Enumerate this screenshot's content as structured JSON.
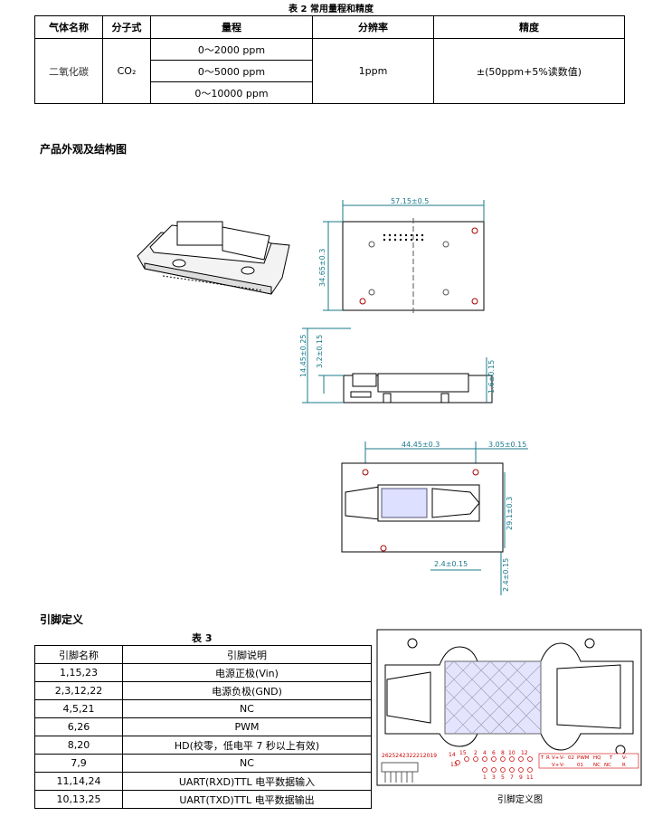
{
  "table2": {
    "title": "表 2 常用量程和精度",
    "headers": [
      "气体名称",
      "分子式",
      "量程",
      "分辨率",
      "精度"
    ],
    "gas_name": "二氧化碳",
    "formula": "CO₂",
    "ranges": [
      "0～2000 ppm",
      "0～5000 ppm",
      "0～10000 ppm"
    ],
    "resolution": "1ppm",
    "accuracy": "±(50ppm+5%读数值)"
  },
  "section_appearance": {
    "title": "产品外观及结构图"
  },
  "dimensions": {
    "top_width": "57.15±0.5",
    "top_height": "34.65±0.3",
    "side_total": "14.45±0.25",
    "side_upper": "3.2±0.15",
    "side_right": "1.6±0.15",
    "bottom_width": "44.45±0.3",
    "bottom_right": "3.05±0.15",
    "bottom_height": "29.1±0.3",
    "bottom_small_h": "2.4±0.15",
    "bottom_small_v": "2.4±0.15"
  },
  "section_pins": {
    "title": "引脚定义"
  },
  "table3": {
    "title": "表 3",
    "headers": [
      "引脚名称",
      "引脚说明"
    ],
    "rows": [
      [
        "1,15,23",
        "电源正极(Vin)"
      ],
      [
        "2,3,12,22",
        "电源负极(GND)"
      ],
      [
        "4,5,21",
        "NC"
      ],
      [
        "6,26",
        "PWM"
      ],
      [
        "8,20",
        "HD(校零，低电平 7 秒以上有效)"
      ],
      [
        "7,9",
        "NC"
      ],
      [
        "11,14,24",
        "UART(RXD)TTL 电平数据输入"
      ],
      [
        "10,13,25",
        "UART(TXD)TTL 电平数据输出"
      ]
    ]
  },
  "pin_diagram": {
    "caption": "引脚定义图",
    "left_numbers": "2625242322212019",
    "top_row": [
      "14",
      "15",
      "2",
      "4",
      "6",
      "8",
      "10",
      "12"
    ],
    "bottom_row": [
      "1",
      "3",
      "5",
      "7",
      "9",
      "11"
    ],
    "left_single": "13",
    "labels_top": [
      "T",
      "R",
      "V+",
      "V-",
      "02",
      "PWM",
      "HQ",
      "T",
      "V-"
    ],
    "labels_bottom": [
      "V+",
      "V-",
      "01",
      "NC",
      "NC",
      "R"
    ]
  }
}
